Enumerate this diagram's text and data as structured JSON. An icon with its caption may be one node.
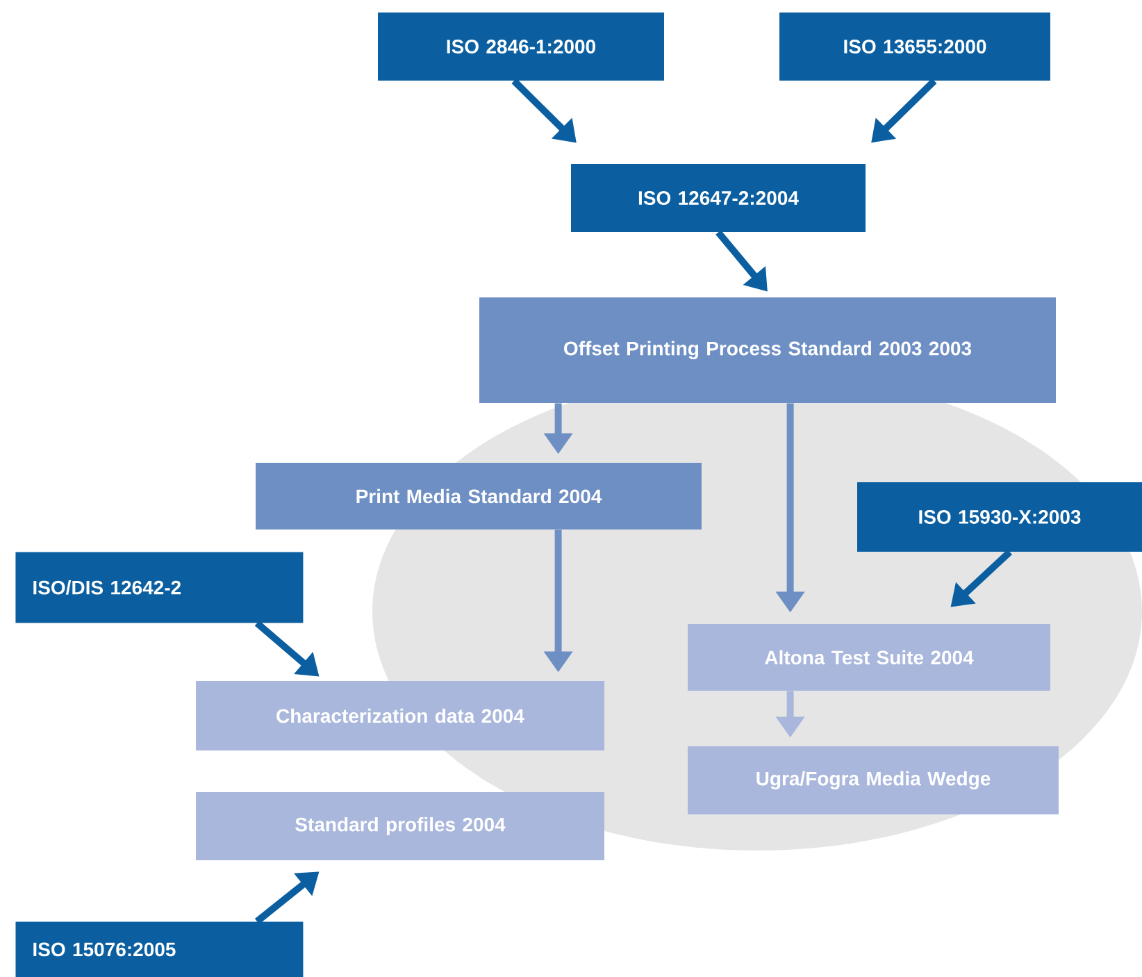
{
  "diagram": {
    "nodes": [
      {
        "text": [
          "ISO 2846-1:2000"
        ]
      },
      {
        "text": [
          "ISO 13655:2000"
        ]
      },
      {
        "text": [
          "ISO 12647-2:2004"
        ]
      },
      {
        "text": [
          "Offset Printing Process Standard 2003 2003"
        ]
      },
      {
        "text": [
          "Print Media Standard 2004"
        ]
      },
      {
        "text": [
          "ISO/DIS 12642-2"
        ]
      },
      {
        "text": [
          "Characterization data 2004"
        ]
      },
      {
        "text": [
          "Standard profiles 2004"
        ]
      },
      {
        "text": [
          "ISO 15930-X:2003"
        ]
      },
      {
        "text": [
          "Altona Test Suite 2004"
        ]
      },
      {
        "text": [
          "Ugra/Fogra Media Wedge"
        ]
      },
      {
        "text": [
          "ISO 15076:2005"
        ]
      }
    ],
    "edges": [
      {
        "from": 0,
        "to": 2,
        "arrow": "to"
      },
      {
        "from": 1,
        "to": 2,
        "arrow": "to"
      },
      {
        "from": 2,
        "to": 3,
        "arrow": "to"
      },
      {
        "from": 3,
        "to": 4,
        "arrow": "to",
        "color": "#6e8fc4"
      },
      {
        "from": 4,
        "to": 6,
        "arrow": "to",
        "color": "#6e8fc4"
      },
      {
        "from": 3,
        "to": 9,
        "arrow": "to",
        "color": "#6e8fc4"
      },
      {
        "from": 5,
        "to": 6,
        "arrow": "to"
      },
      {
        "from": 8,
        "to": 9,
        "arrow": "to"
      },
      {
        "from": 9,
        "to": 10,
        "arrow": "to",
        "color": "#a9b7dc"
      },
      {
        "from": 11,
        "to": 7,
        "arrow": "to"
      }
    ]
  }
}
